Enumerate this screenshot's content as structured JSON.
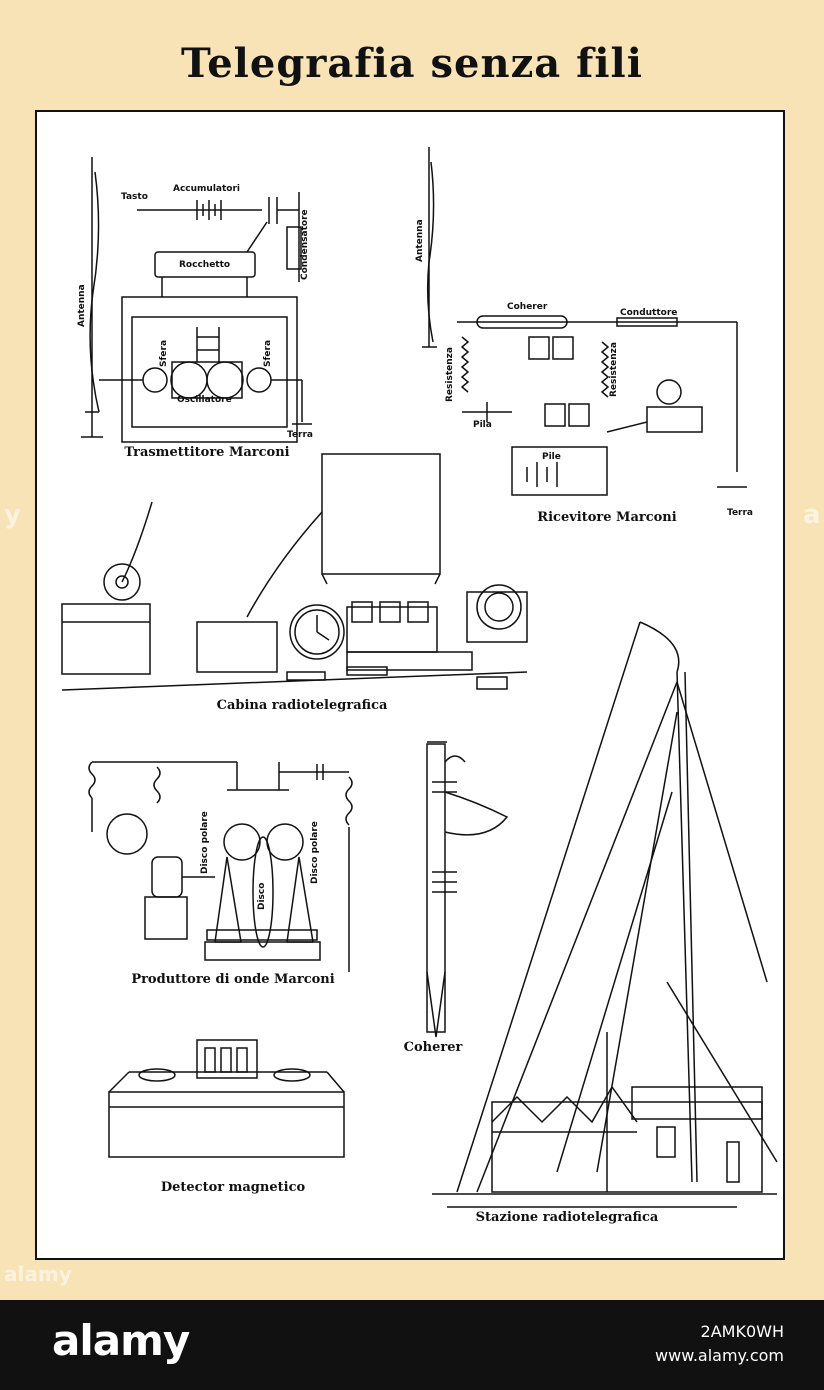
{
  "title": "Telegrafia senza fili",
  "captions": {
    "transmitter": "Trasmettitore Marconi",
    "receiver": "Ricevitore Marconi",
    "cabin": "Cabina radiotelegrafica",
    "wave_producer": "Produttore di onde Marconi",
    "coherer": "Coherer",
    "detector": "Detector magnetico",
    "station": "Stazione radiotelegrafica"
  },
  "transmitter_labels": {
    "tasto": "Tasto",
    "accumulatori": "Accumulatori",
    "rocchetto": "Rocchetto",
    "condensatore": "Condensatore",
    "antenna": "Antenna",
    "sfera_left": "Sfera",
    "sfera_right": "Sfera",
    "oscillatore": "Oscillatore",
    "terra": "Terra"
  },
  "receiver_labels": {
    "antenna": "Antenna",
    "coherer": "Coherer",
    "conduttore": "Conduttore",
    "resistenza_left": "Resistenza",
    "resistenza_right": "Resistenza",
    "pila": "Pila",
    "pile": "Pile",
    "terra": "Terra"
  },
  "wave_labels": {
    "disco_polare_left": "Disco polare",
    "disco": "Disco",
    "disco_polare_right": "Disco polare"
  },
  "footer": {
    "logo": "alamy",
    "image_id": "2AMK0WH",
    "site": "www.alamy.com"
  },
  "watermarks": [
    "alamy",
    "y",
    "a"
  ]
}
